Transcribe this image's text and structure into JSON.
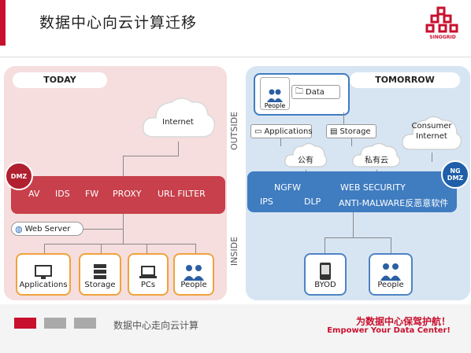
{
  "header": {
    "title": "数据中心向云计算迁移",
    "logo_text": "SINOGRID"
  },
  "left": {
    "label": "TODAY",
    "cloud": "Internet",
    "dmz": "DMZ",
    "band": [
      "AV",
      "IDS",
      "FW",
      "PROXY",
      "URL FILTER"
    ],
    "web_server": "Web Server",
    "devices": [
      "Applications",
      "Storage",
      "PCs",
      "People"
    ]
  },
  "center": {
    "outside": "OUTSIDE",
    "inside": "INSIDE"
  },
  "right": {
    "label": "TOMORROW",
    "people_card": "People",
    "data_box": "Data",
    "applications_box": "Applications",
    "storage_box": "Storage",
    "public_cloud": "公有",
    "private_cloud": "私有云",
    "consumer_cloud_line1": "Consumer",
    "consumer_cloud_line2": "Internet",
    "ngdmz_line1": "NG",
    "ngdmz_line2": "DMZ",
    "band_row1": [
      "NGFW",
      "WEB SECURITY"
    ],
    "band_row2": [
      "IPS",
      "DLP",
      "ANTI-MALWARE反恶意软件"
    ],
    "devices": [
      "BYOD",
      "People"
    ]
  },
  "footer": {
    "text": "数据中心走向云计算",
    "slogan_cn": "为数据中心保驾护航！",
    "slogan_en": "Empower Your Data Center!"
  },
  "colors": {
    "red": "#c8102e",
    "pink_panel": "#f6dede",
    "blue_panel": "#d7e5f3",
    "red_band": "#c7404b",
    "blue_band": "#3f7cc0",
    "orange": "#f0a23c"
  }
}
